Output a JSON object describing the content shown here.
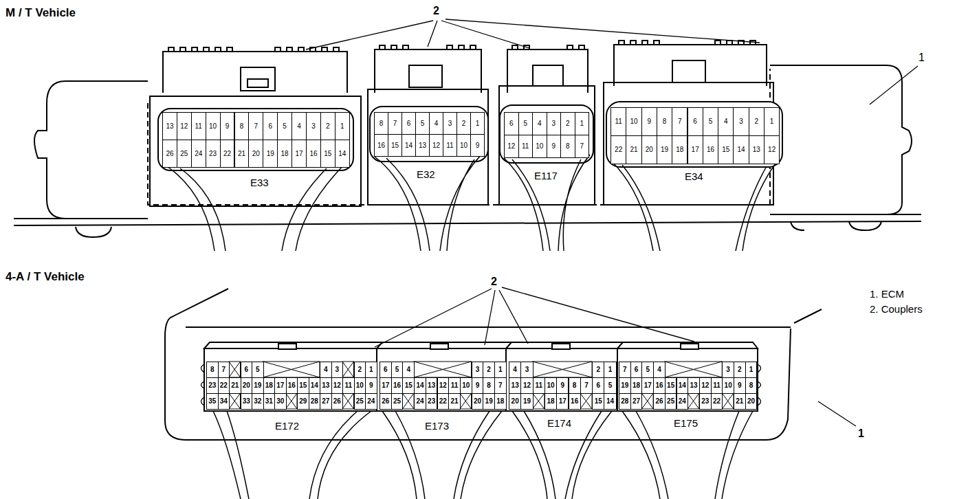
{
  "diagram": {
    "labels": [
      "M / T Vehicle",
      "2",
      "1",
      "13",
      "12",
      "11",
      "10",
      "9",
      "8",
      "7",
      "6",
      "5",
      "4",
      "3",
      "2",
      "1",
      "26",
      "25",
      "24",
      "23",
      "22",
      "21",
      "20",
      "19",
      "18",
      "17",
      "16",
      "15",
      "14",
      "E33",
      "8",
      "7",
      "6",
      "5",
      "4",
      "3",
      "2",
      "1",
      "16",
      "15",
      "14",
      "13",
      "12",
      "11",
      "10",
      "9",
      "E32",
      "6",
      "5",
      "4",
      "3",
      "2",
      "1",
      "12",
      "11",
      "10",
      "9",
      "8",
      "7",
      "E117",
      "11",
      "10",
      "9",
      "8",
      "7",
      "6",
      "5",
      "4",
      "3",
      "2",
      "1",
      "22",
      "21",
      "20",
      "19",
      "18",
      "17",
      "16",
      "15",
      "14",
      "13",
      "12",
      "E34",
      "4-A / T Vehicle",
      "2",
      "1. ECM",
      "2. Couplers",
      "1",
      "8",
      "7",
      "6",
      "5",
      "4",
      "3",
      "2",
      "1",
      "23",
      "22",
      "21",
      "20",
      "19",
      "18",
      "17",
      "16",
      "15",
      "14",
      "13",
      "12",
      "11",
      "10",
      "9",
      "35",
      "34",
      "33",
      "32",
      "31",
      "30",
      "29",
      "28",
      "27",
      "26",
      "25",
      "24",
      "E172",
      "6",
      "5",
      "4",
      "3",
      "2",
      "1",
      "17",
      "16",
      "15",
      "14",
      "13",
      "12",
      "11",
      "10",
      "9",
      "8",
      "7",
      "26",
      "25",
      "24",
      "23",
      "22",
      "21",
      "20",
      "19",
      "18",
      "E173",
      "4",
      "3",
      "2",
      "1",
      "13",
      "12",
      "11",
      "10",
      "9",
      "8",
      "7",
      "6",
      "5",
      "20",
      "19",
      "18",
      "17",
      "16",
      "15",
      "14",
      "E174",
      "7",
      "6",
      "5",
      "4",
      "3",
      "2",
      "1",
      "19",
      "18",
      "17",
      "16",
      "15",
      "14",
      "13",
      "12",
      "11",
      "10",
      "9",
      "8",
      "28",
      "27",
      "26",
      "25",
      "24",
      "23",
      "22",
      "21",
      "20",
      "E175"
    ]
  }
}
